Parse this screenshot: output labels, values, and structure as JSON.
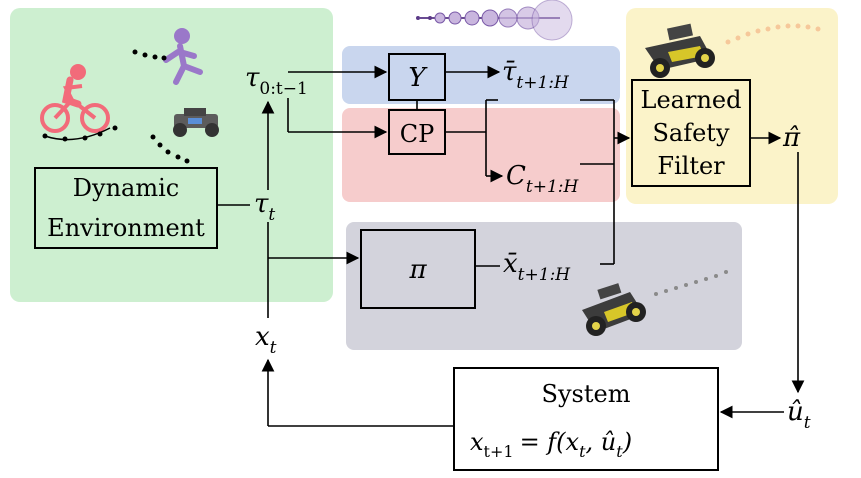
{
  "diagram": {
    "nodes": {
      "dynamic_env": {
        "line1": "Dynamic",
        "line2": "Environment"
      },
      "y_block": {
        "label": "Y"
      },
      "cp_block": {
        "label": "CP"
      },
      "pi_block": {
        "label": "π"
      },
      "safety_filter": {
        "line1": "Learned",
        "line2": "Safety",
        "line3": "Filter"
      },
      "system": {
        "title": "System",
        "eq_lhs": "x",
        "eq_lhs_sub": "t+1",
        "eq_rhs": "= f(x",
        "eq_rhs_sub": "t",
        "eq_mid": ", û",
        "eq_mid_sub": "t",
        "eq_end": ")"
      }
    },
    "signals": {
      "tau_hist": {
        "base": "τ",
        "sub": "0:t−1"
      },
      "tau_t": {
        "base": "τ",
        "sub": "t"
      },
      "x_t": {
        "base": "x",
        "sub": "t"
      },
      "tau_bar": {
        "base": "τ̄",
        "sub": "t+1:H"
      },
      "c_set": {
        "base": "C",
        "sub": "t+1:H"
      },
      "x_bar": {
        "base": "x̄",
        "sub": "t+1:H"
      },
      "pi_hat": {
        "base": "π̂"
      },
      "u_hat": {
        "base": "û",
        "sub": "t"
      }
    },
    "colors": {
      "green_panel": "#cdefd0",
      "blue_band": "#c9d6ee",
      "red_band": "#f6cccc",
      "gray_panel": "#d3d3dc",
      "yellow_panel": "#fbf3c9",
      "line": "#000000"
    }
  }
}
